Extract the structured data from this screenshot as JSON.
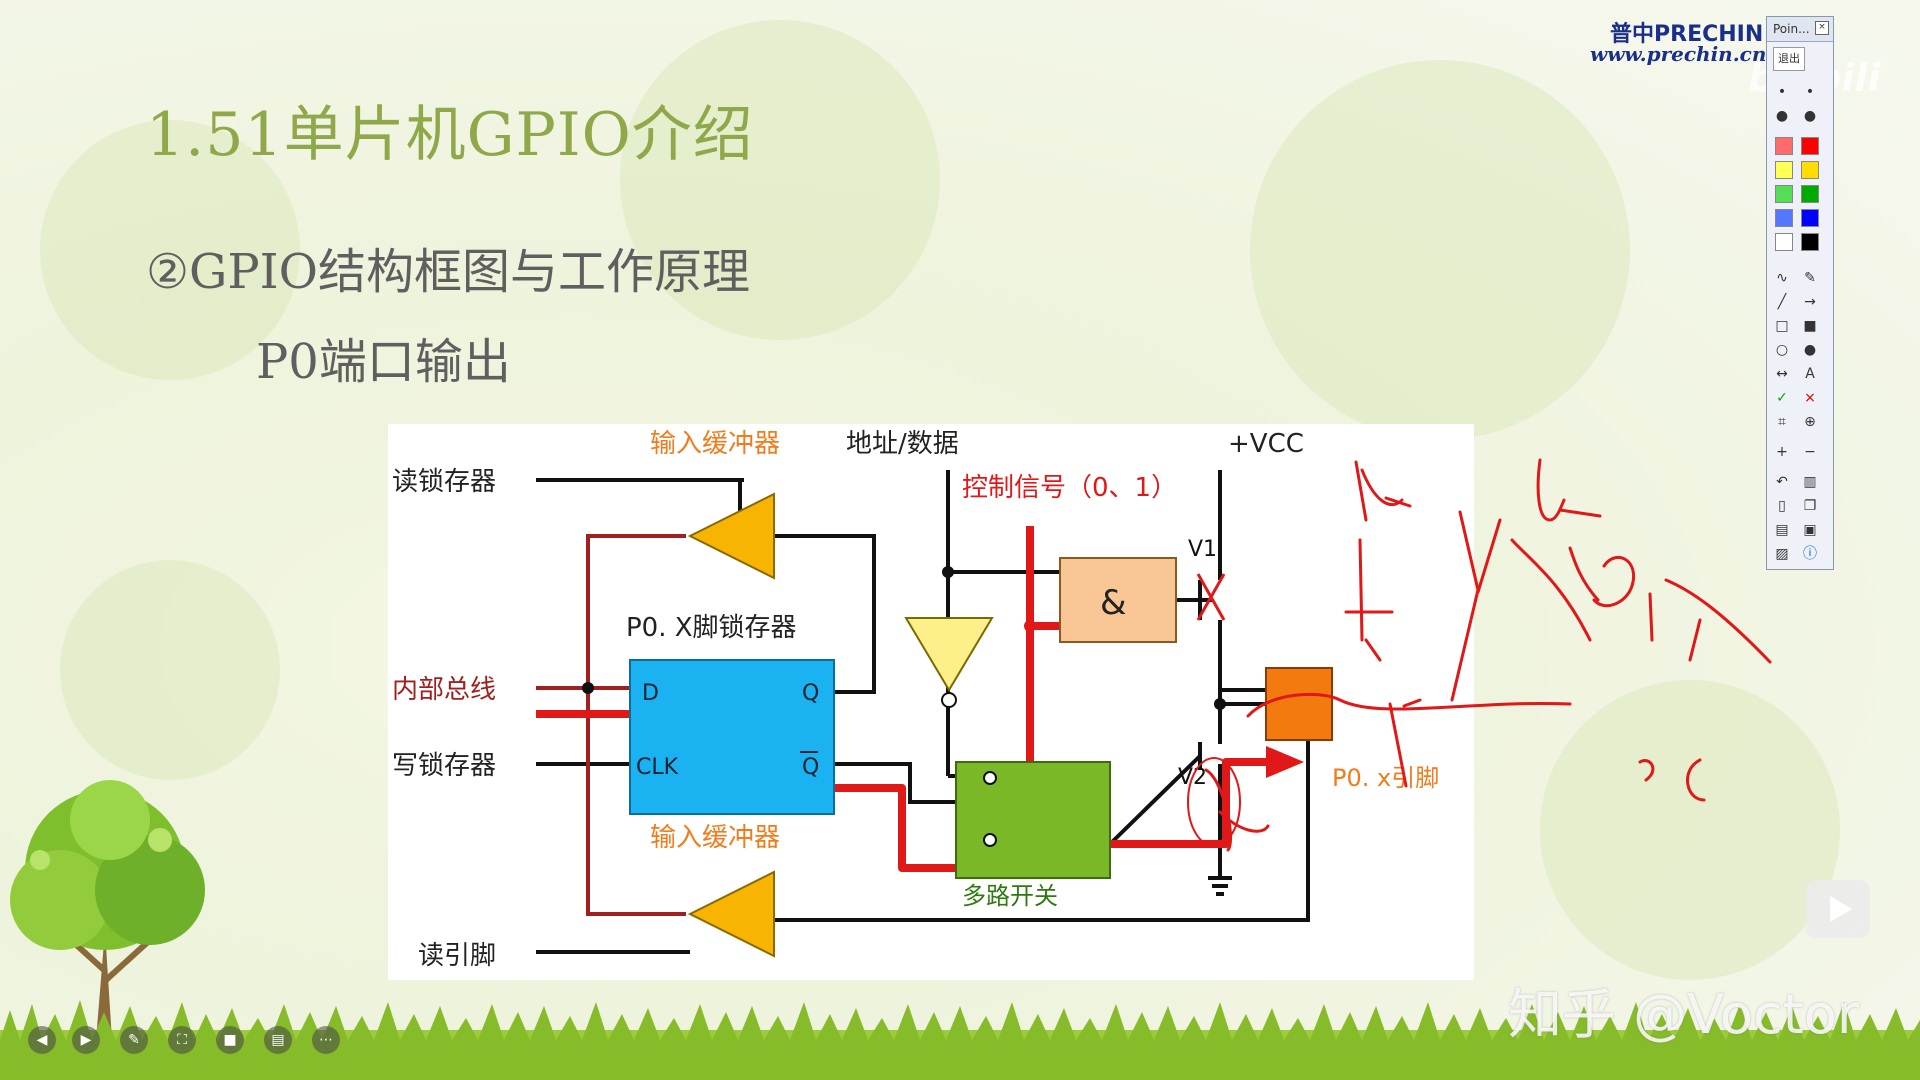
{
  "slide": {
    "title": "1.51单片机GPIO介绍",
    "subtitle": "②GPIO结构框图与工作原理",
    "section": "P0端口输出"
  },
  "diagram": {
    "labels": {
      "read_latch": "读锁存器",
      "input_buffer_top": "输入缓冲器",
      "addr_data": "地址/数据",
      "control_signal": "控制信号（0、1）",
      "vcc": "+VCC",
      "v1": "V1",
      "and_gate": "&",
      "latch_title": "P0. X脚锁存器",
      "d": "D",
      "q": "Q",
      "clk": "CLK",
      "qbar": "Q",
      "internal_bus": "内部总线",
      "write_latch": "写锁存器",
      "input_buffer_bottom": "输入缓冲器",
      "mux": "多路开关",
      "v2": "V2",
      "pin": "P0. x引脚",
      "read_pin": "读引脚"
    },
    "colors": {
      "latch_fill": "#1ab2f0",
      "buffer_fill": "#f7b400",
      "and_fill": "#f9c795",
      "mux_fill": "#7ab828",
      "pin_fill": "#f27a0e",
      "highlight": "#e01818",
      "wire_red": "#a0201f",
      "label_orange": "#f07c1e"
    }
  },
  "logo": {
    "line1": "普中PRECHIN",
    "line2": "www.prechin.cn"
  },
  "pen_toolbar": {
    "title": "Poin...",
    "exit_button": "退出",
    "swatches": [
      "#ff6b6b",
      "#ff0000",
      "#ffff55",
      "#ffdd00",
      "#55dd55",
      "#00aa00",
      "#5577ff",
      "#0000ff",
      "#ffffff",
      "#000000"
    ],
    "tools": [
      "curve-pen-icon",
      "highlighter-icon",
      "line-icon",
      "arrow-icon",
      "rectangle-icon",
      "filled-rectangle-icon",
      "ellipse-icon",
      "filled-ellipse-icon",
      "double-arrow-icon",
      "text-icon",
      "check-icon",
      "cross-icon",
      "crop-icon",
      "zoom-icon",
      "zoom-in-icon",
      "zoom-out-icon",
      "undo-icon",
      "delete-icon",
      "new-page-icon",
      "copy-icon",
      "print-icon",
      "save-icon",
      "image-icon",
      "info-icon"
    ]
  },
  "overlay": {
    "bilibili": "bilibili",
    "watermark": "知乎 @Voctor"
  },
  "player_controls": [
    "prev-icon",
    "play-icon",
    "pen-icon",
    "fullscreen-icon",
    "camera-icon",
    "subtitle-icon",
    "more-icon"
  ]
}
